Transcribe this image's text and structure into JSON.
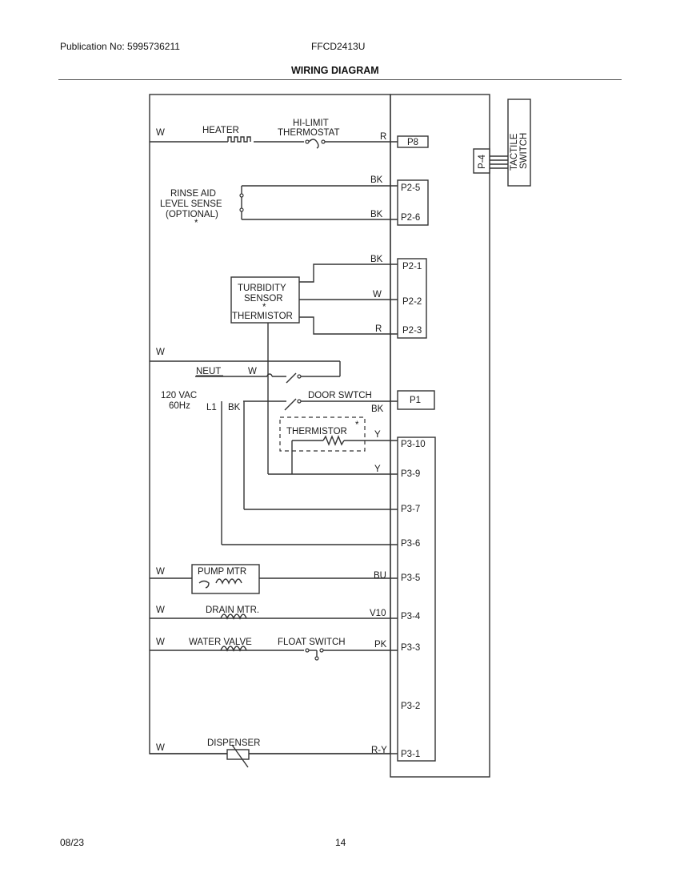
{
  "header": {
    "publication": "Publication No: 5995736211",
    "model": "FFCD2413U",
    "title": "WIRING DIAGRAM"
  },
  "footer": {
    "date": "08/23",
    "page": "14"
  },
  "diagram": {
    "components": {
      "heater": "HEATER",
      "hi_limit_1": "HI-LIMIT",
      "hi_limit_2": "THERMOSTAT",
      "rinse_1": "RINSE AID",
      "rinse_2": "LEVEL SENSE",
      "rinse_3": "(OPTIONAL)",
      "rinse_star": "*",
      "turb_1": "TURBIDITY",
      "turb_2": "SENSOR",
      "turb_star": "*",
      "turb_3": "THERMISTOR",
      "neut": "NEUT",
      "vac_1": "120 VAC",
      "vac_2": "60Hz",
      "l1": "L1",
      "door_switch": "DOOR SWTCH",
      "thermistor": "THERMISTOR",
      "therm_star": "*",
      "pump": "PUMP MTR",
      "drain": "DRAIN MTR.",
      "water_valve": "WATER VALVE",
      "float_switch": "FLOAT SWITCH",
      "dispenser": "DISPENSER",
      "tactile_1": "TACTILE",
      "tactile_2": "SWITCH"
    },
    "connectors": {
      "p8": "P8",
      "p2_5": "P2-5",
      "p2_6": "P2-6",
      "p2_1": "P2-1",
      "p2_2": "P2-2",
      "p2_3": "P2-3",
      "p1": "P1",
      "p3_10": "P3-10",
      "p3_9": "P3-9",
      "p3_7": "P3-7",
      "p3_6": "P3-6",
      "p3_5": "P3-5",
      "p3_4": "P3-4",
      "p3_3": "P3-3",
      "p3_2": "P3-2",
      "p3_1": "P3-1",
      "p4": "P-4"
    },
    "wires": {
      "w_heater": "W",
      "r_p8": "R",
      "bk_p25": "BK",
      "bk_p26": "BK",
      "bk_p21": "BK",
      "w_p22": "W",
      "r_p23": "R",
      "w_main": "W",
      "w_neut": "W",
      "bk_l1": "BK",
      "bk_p1": "BK",
      "y_p310": "Y",
      "y_p39": "Y",
      "w_pump": "W",
      "bu_p35": "BU",
      "w_drain": "W",
      "v10_p34": "V10",
      "w_valve": "W",
      "pk_p33": "PK",
      "w_disp": "W",
      "ry_p31": "R-Y"
    }
  }
}
